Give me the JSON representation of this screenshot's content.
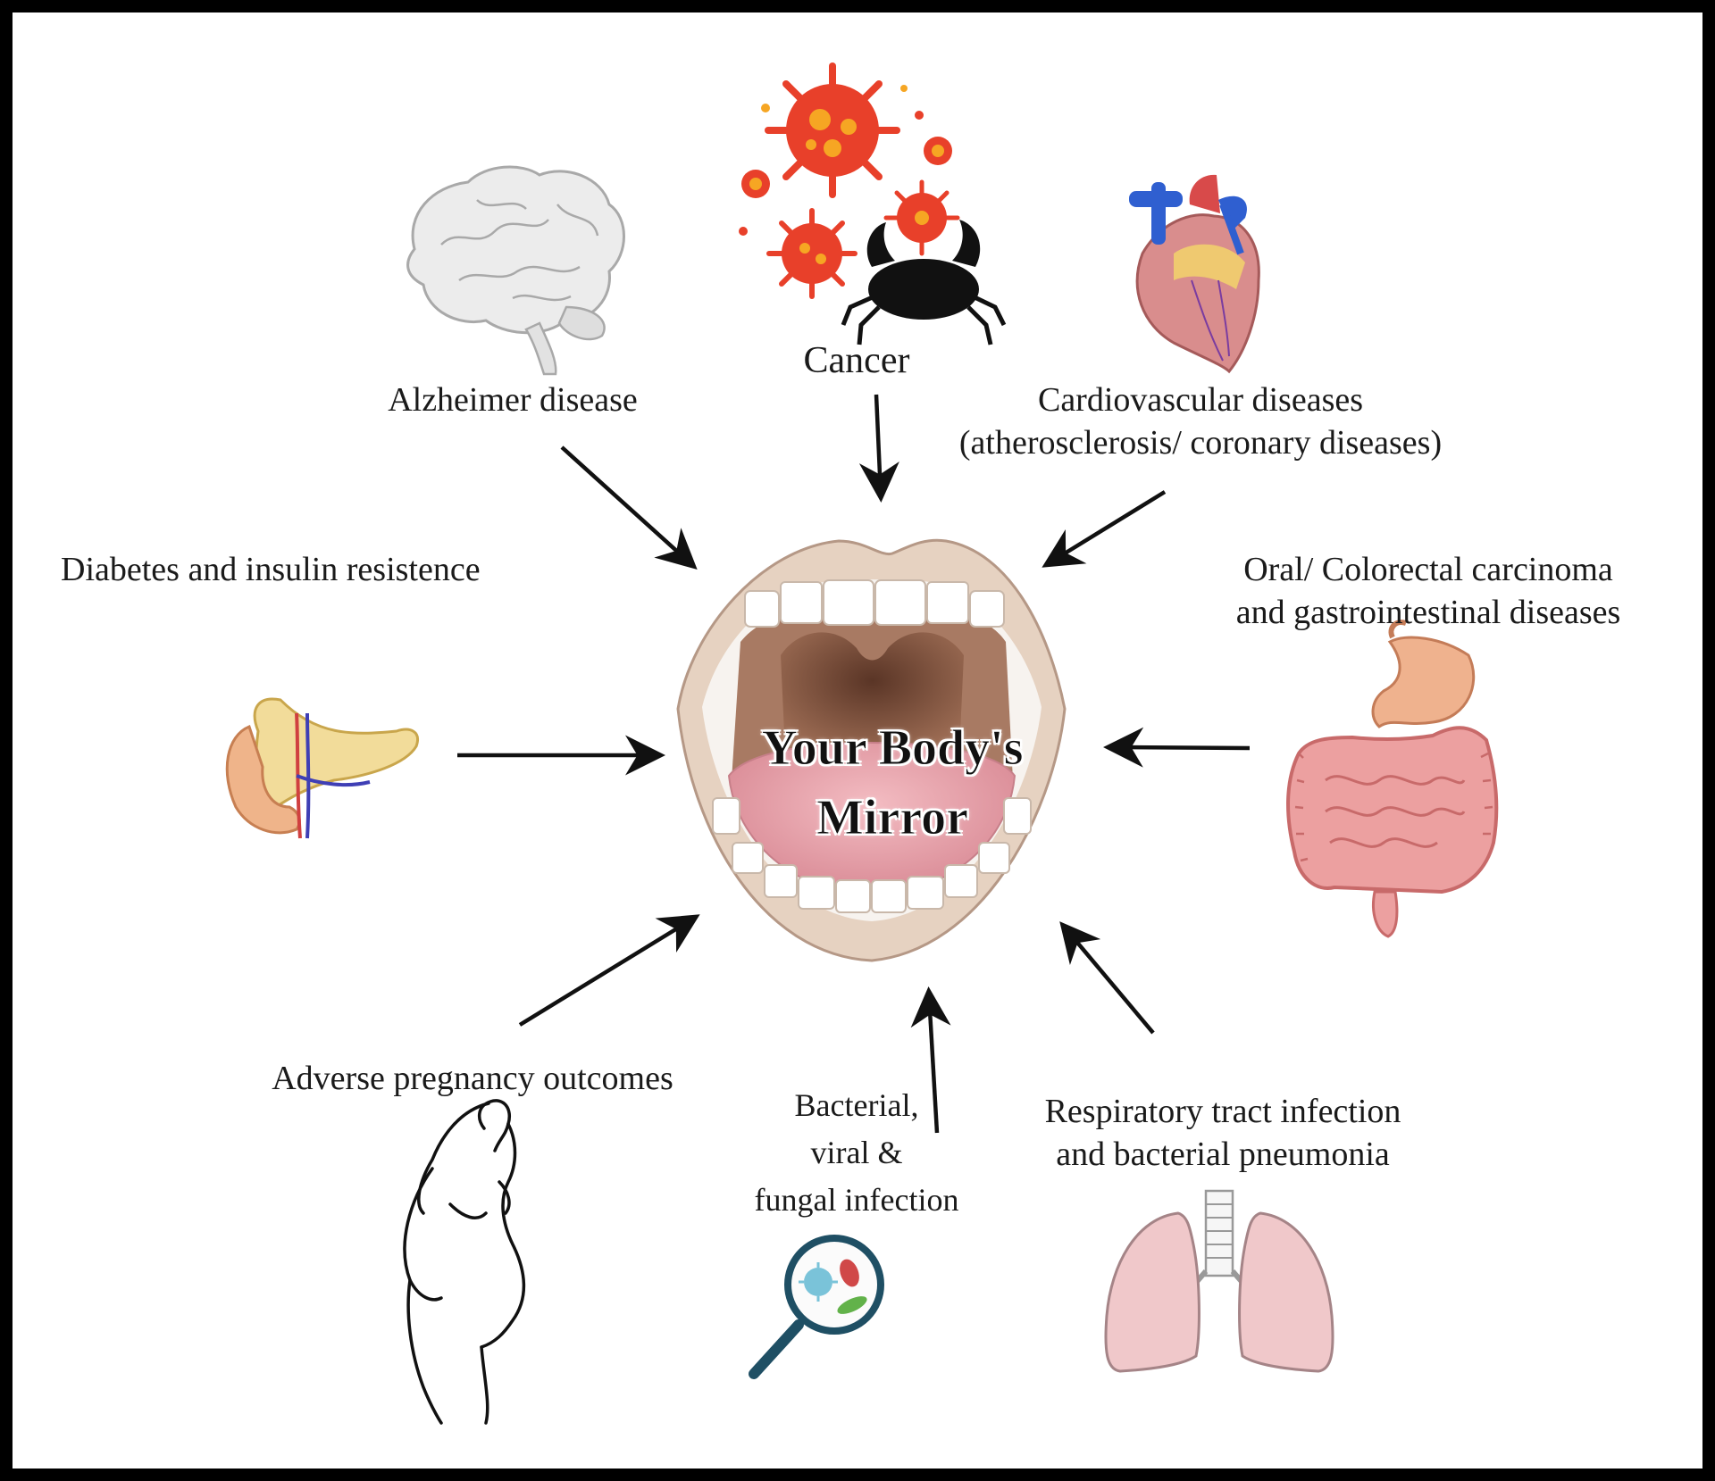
{
  "center": {
    "line1": "Your Body's",
    "line2": "Mirror"
  },
  "labels": {
    "cancer": "Cancer",
    "alzheimer": "Alzheimer disease",
    "cardio_line1": "Cardiovascular diseases",
    "cardio_line2": "(atherosclerosis/ coronary diseases)",
    "diabetes": "Diabetes and insulin resistence",
    "oral_line1": "Oral/ Colorectal carcinoma",
    "oral_line2": "and gastrointestinal diseases",
    "pregnancy": "Adverse pregnancy outcomes",
    "infection_line1": "Bacterial,",
    "infection_line2": "viral &",
    "infection_line3": "fungal infection",
    "respiratory_line1": "Respiratory tract infection",
    "respiratory_line2": "and bacterial pneumonia"
  },
  "icons": [
    "virus-cancer-icon",
    "brain-icon",
    "heart-icon",
    "pancreas-icon",
    "intestine-icon",
    "pregnant-woman-icon",
    "microbe-magnifier-icon",
    "lungs-icon",
    "open-mouth-icon"
  ],
  "colors": {
    "virus": "#e8402a",
    "brain": "#d9d9d9",
    "heart": "#d66a6a",
    "vessel": "#2f5fd0",
    "pancreas": "#f2dc9a",
    "intestine": "#eba6a6",
    "lungs": "#f1c9cb",
    "lips": "#e9d6c6",
    "mouth": "#7a4a3a",
    "tongue": "#e8a6ae"
  }
}
